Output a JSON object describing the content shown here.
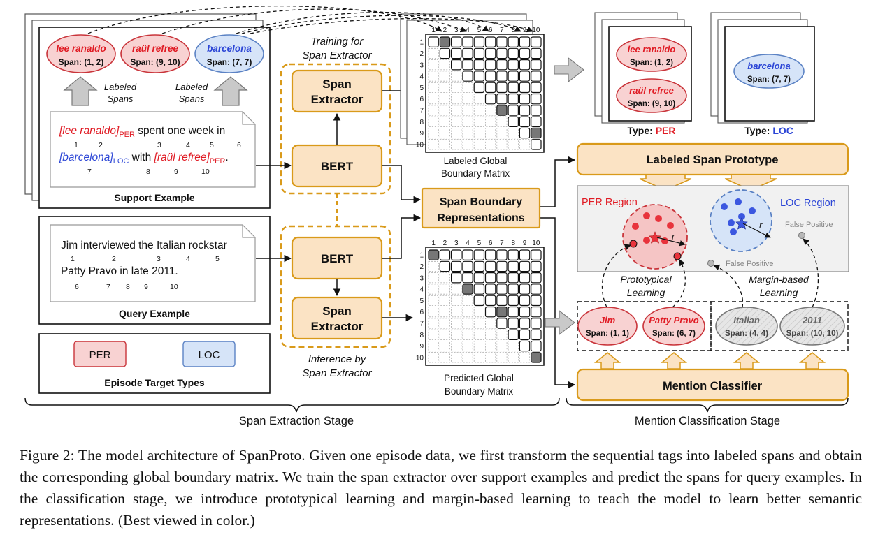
{
  "support": {
    "spans": [
      {
        "name": "lee ranaldo",
        "span": "Span: (1, 2)",
        "type": "PER"
      },
      {
        "name": "raül refree",
        "span": "Span: (9, 10)",
        "type": "PER"
      },
      {
        "name": "barcelona",
        "span": "Span: (7, 7)",
        "type": "LOC"
      }
    ],
    "arrow_label_1a": "Labeled",
    "arrow_label_1b": "Spans",
    "arrow_label_2a": "Labeled",
    "arrow_label_2b": "Spans",
    "line1_ent": "[lee ranaldo]",
    "line1_sub": "PER",
    "line1_rest": " spent one week in",
    "line1_idx": [
      "1",
      "2",
      "3",
      "4",
      "5",
      "6"
    ],
    "line2_ent1": "[barcelona]",
    "line2_sub1": "LOC",
    "line2_mid": " with ",
    "line2_ent2": "[raül refree]",
    "line2_sub2": "PER",
    "line2_end": ".",
    "line2_idx": [
      "7",
      "8",
      "9",
      "10"
    ],
    "title": "Support Example"
  },
  "query": {
    "line1": "Jim interviewed the Italian rockstar",
    "line1_idx": [
      "1",
      "2",
      "3",
      "4",
      "5"
    ],
    "line2": "Patty Pravo in late 2011.",
    "line2_idx": [
      "6",
      "7",
      "8",
      "9",
      "10"
    ],
    "title": "Query Example"
  },
  "episode": {
    "types": [
      "PER",
      "LOC"
    ],
    "title": "Episode Target Types"
  },
  "stage": {
    "training_a": "Training for",
    "training_b": "Span Extractor",
    "inference_a": "Inference by",
    "inference_b": "Span Extractor",
    "span_extractor_a": "Span",
    "span_extractor_b": "Extractor",
    "bert": "BERT",
    "sbr_a": "Span Boundary",
    "sbr_b": "Representations",
    "extraction_stage": "Span Extraction Stage",
    "classification_stage": "Mention Classification Stage"
  },
  "matrices": {
    "size": 10,
    "labeled_caption_a": "Labeled Global",
    "labeled_caption_b": "Boundary Matrix",
    "predicted_caption_a": "Predicted Global",
    "predicted_caption_b": "Boundary Matrix",
    "labeled_marks": [
      [
        1,
        2
      ],
      [
        7,
        7
      ],
      [
        9,
        10
      ]
    ],
    "predicted_marks": [
      [
        1,
        1
      ],
      [
        4,
        4
      ],
      [
        6,
        7
      ],
      [
        10,
        10
      ]
    ]
  },
  "prototype": {
    "per_items": [
      {
        "name": "lee ranaldo",
        "span": "Span: (1, 2)"
      },
      {
        "name": "raül refree",
        "span": "Span: (9, 10)"
      }
    ],
    "loc_items": [
      {
        "name": "barcelona",
        "span": "Span: (7, 7)"
      }
    ],
    "type_prefix": "Type: ",
    "per_type": "PER",
    "loc_type": "LOC",
    "labeled_span_prototype": "Labeled Span Prototype",
    "per_region": "PER Region",
    "loc_region": "LOC Region",
    "radius": "r",
    "false_positive": "False Positive",
    "prototypical_a": "Prototypical",
    "prototypical_b": "Learning",
    "margin_a": "Margin-based",
    "margin_b": "Learning",
    "mention_classifier": "Mention Classifier"
  },
  "mentions": [
    {
      "name": "Jim",
      "span": "Span: (1, 1)",
      "kind": "PER"
    },
    {
      "name": "Patty Pravo",
      "span": "Span: (6, 7)",
      "kind": "PER"
    },
    {
      "name": "Italian",
      "span": "Span: (4, 4)",
      "kind": "FP"
    },
    {
      "name": "2011",
      "span": "Span: (10, 10)",
      "kind": "FP"
    }
  ],
  "caption": "Figure 2: The model architecture of SpanProto. Given one episode data, we first transform the sequential tags into labeled spans and obtain the corresponding global boundary matrix. We train the span extractor over support examples and predict the spans for query examples. In the classification stage, we introduce prototypical learning and margin-based learning to teach the model to learn better semantic representations. (Best viewed in color.)",
  "colors": {
    "per_text": "#e01b24",
    "per_fill": "#f8d2d2",
    "per_stroke": "#c9343a",
    "loc_text": "#2c46d6",
    "loc_fill": "#d6e4f8",
    "loc_stroke": "#5b82c4",
    "module_fill": "#fbe3c4",
    "module_stroke": "#d99a1a",
    "gray_arrow": "#bdbdbd",
    "region_bg": "#f1f1f1"
  }
}
